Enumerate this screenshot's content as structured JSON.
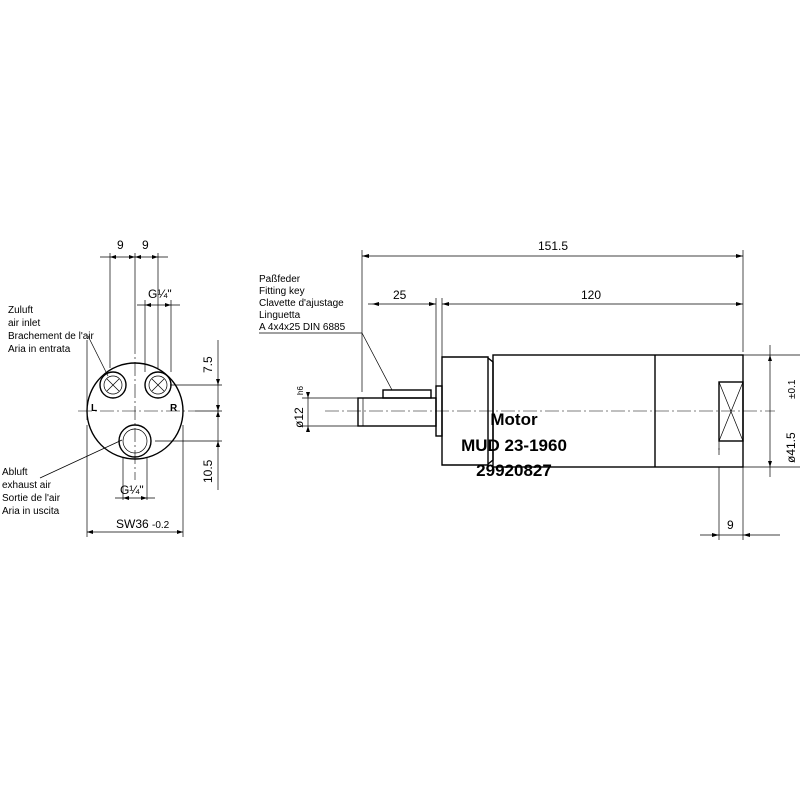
{
  "end_view": {
    "dim_9_left": "9",
    "dim_9_right": "9",
    "thread_top": "G¼\"",
    "thread_bottom": "G¼\"",
    "dim_7_5": "7.5",
    "dim_10_5": "10.5",
    "wrench": "SW36",
    "wrench_tol": "-0.2",
    "label_l": "L",
    "label_r": "R",
    "inlet_lines": [
      "Zuluft",
      "air inlet",
      "Brachement de l'air",
      "Aria in entrata"
    ],
    "exhaust_lines": [
      "Abluft",
      "exhaust air",
      "Sortie de l'air",
      "Aria in uscita"
    ]
  },
  "side_view": {
    "dim_total": "151.5",
    "dim_key": "25",
    "dim_body": "120",
    "dim_end": "9",
    "dim_shaft": "ø12",
    "dim_shaft_tol": "h6",
    "dim_diameter": "ø41.5",
    "dim_diameter_tol": "±0.1",
    "key_lines": [
      "Paßfeder",
      "Fitting key",
      "Clavette d'ajustage",
      "Linguetta",
      "A  4x4x25  DIN  6885"
    ]
  },
  "title": {
    "line1": "Motor",
    "line2": "MUD 23-1960",
    "line3": "29920827"
  }
}
